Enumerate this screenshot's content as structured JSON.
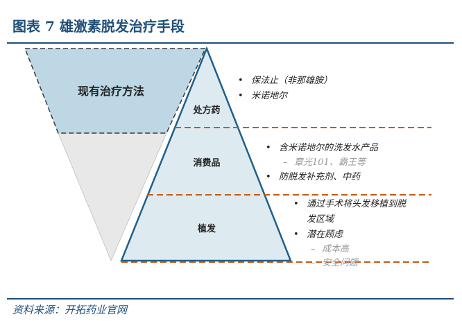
{
  "title": "图表 7  雄激素脱发治疗手段",
  "source": "资料来源：开拓药业官网",
  "funnel_label": "现有治疗方法",
  "tiers": [
    {
      "label": "处方药"
    },
    {
      "label": "消费品"
    },
    {
      "label": "植发"
    }
  ],
  "bullets": {
    "rx": [
      {
        "text": "保法止（非那雄胺）"
      },
      {
        "text": "米诺地尔"
      }
    ],
    "consumer": [
      {
        "text": "含米诺地尔的洗发水产品",
        "subs": [
          "章光101、霸王等"
        ]
      },
      {
        "text": "防脱发补充剂、中药",
        "subs": []
      }
    ],
    "transplant": [
      {
        "text": "通过手术将头发移植到脱",
        "subs": []
      },
      {
        "text": "发区域",
        "subs": [],
        "continuation": true
      },
      {
        "text": "潜在顾虑",
        "subs": [
          "成本高",
          "安全问题"
        ]
      }
    ]
  },
  "colors": {
    "title_blue": "#1f4e79",
    "funnel_fill": "#bdd7e4",
    "funnel_lower": "#e8e8e8",
    "triangle_fill": "#ddebf1",
    "triangle_stroke": "#1f5f8b",
    "dash_orange": "#c55a11"
  }
}
